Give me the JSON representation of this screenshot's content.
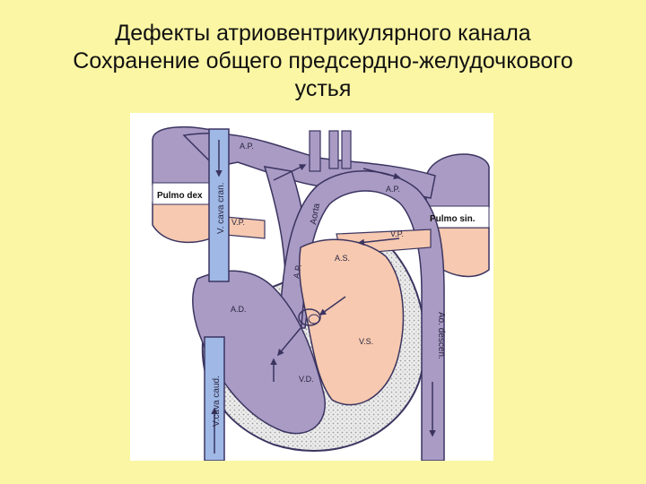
{
  "slide": {
    "title_line1": "Дефекты атриовентрикулярного канала",
    "title_line2": "Сохранение общего предсердно-желудочкового",
    "title_line3": "устья"
  },
  "diagram": {
    "labels": {
      "pulmo_dex": "Pulmo dex",
      "pulmo_sin": "Pulmo sin.",
      "v_cava_cran": "V. cava cran.",
      "v_cava_caud": "V.cava caud.",
      "aorta": "Aorta",
      "ap_top": "A.P.",
      "ap_right": "A.P.",
      "ap_middle": "A.P.",
      "vp_left": "V.P.",
      "vp_right": "V.P.",
      "as": "A.S.",
      "ad": "A.D.",
      "vs": "V.S.",
      "vd": "V.D.",
      "ao_descen": "Ao. descen."
    },
    "colors": {
      "venous": "#a99bc4",
      "arterial": "#f6c9b0",
      "vena_cava": "#9fb8e6",
      "outline": "#3b3460",
      "wall_dots": "#cfcfcf"
    }
  }
}
